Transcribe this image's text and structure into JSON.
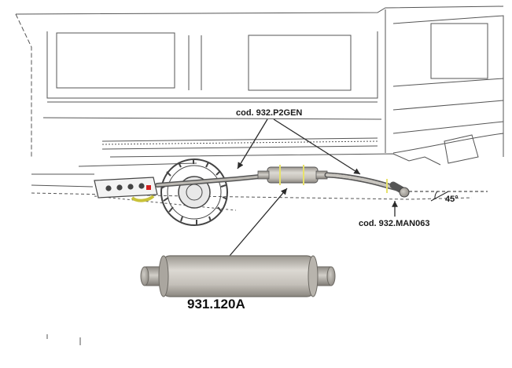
{
  "labels": {
    "pipe_code": "cod. 932.P2GEN",
    "elbow_code": "cod. 932.MAN063",
    "angle": "45°",
    "part_number": "931.120A"
  },
  "colors": {
    "line": "#3a3a3a",
    "sketch": "#6b6b6b",
    "muffler_light": "#d8d5cf",
    "muffler_mid": "#b4b0a8",
    "muffler_dark": "#8e8a83",
    "clamp": "#e8e26a",
    "accent_red": "#d42020"
  },
  "icons": [
    "truck-line-drawing",
    "exhaust-muffler",
    "arrow"
  ]
}
